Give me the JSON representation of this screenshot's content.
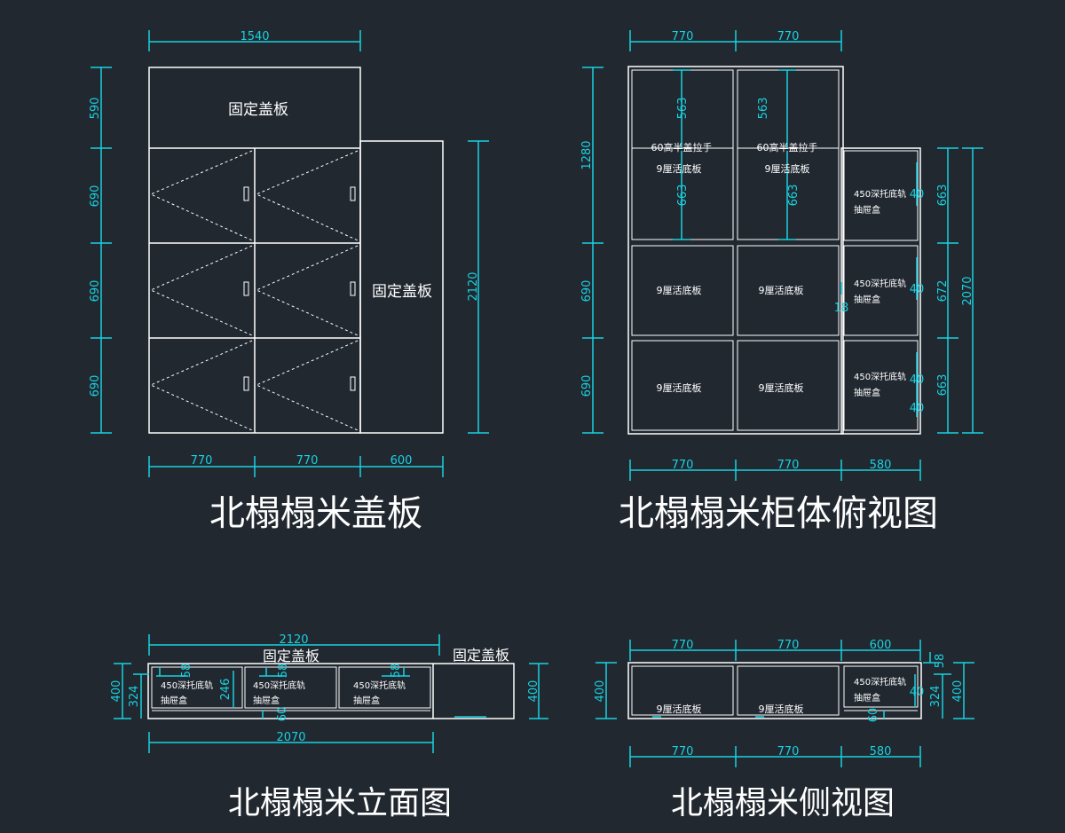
{
  "views": {
    "cover": {
      "title": "北榻榻米盖板",
      "fixed_panel_label": "固定盖板",
      "dims": {
        "top_width": "1540",
        "heights": [
          "590",
          "690",
          "690",
          "690"
        ],
        "overall_height": "2120",
        "bottom_widths": [
          "770",
          "770",
          "600"
        ]
      }
    },
    "plan": {
      "title": "北榻榻米柜体俯视图",
      "top_widths": [
        "770",
        "770"
      ],
      "left_heights": [
        "1280",
        "690",
        "690"
      ],
      "right_heights": [
        "663",
        "672",
        "663"
      ],
      "overall_height": "2070",
      "bottom_widths": [
        "770",
        "770",
        "580"
      ],
      "inner_563": "563",
      "inner_663": "663",
      "dim_40": "40",
      "dim_18": "18",
      "hinge_label": "60高半盖拉手",
      "board_label": "9厘活底板",
      "drawer_label_1": "450深托底轨",
      "drawer_label_2": "抽屉盒"
    },
    "elevation": {
      "title": "北榻榻米立面图",
      "top_width": "2120",
      "bottom_width": "2070",
      "fixed_panel_label": "固定盖板",
      "left_dims": [
        "400",
        "324"
      ],
      "right_dim": "400",
      "inner_58": "58",
      "inner_246": "246",
      "inner_60": "60",
      "drawer_label_1": "450深托底轨",
      "drawer_label_2": "抽屉盒"
    },
    "side": {
      "title": "北榻榻米侧视图",
      "top_widths": [
        "770",
        "770",
        "600"
      ],
      "bottom_widths": [
        "770",
        "770",
        "580"
      ],
      "left_dim": "400",
      "right_dims": [
        "58",
        "324",
        "400"
      ],
      "inner_40": "40",
      "inner_60": "60",
      "board_label": "9厘活底板",
      "drawer_label_1": "450深托底轨",
      "drawer_label_2": "抽屉盒"
    }
  }
}
